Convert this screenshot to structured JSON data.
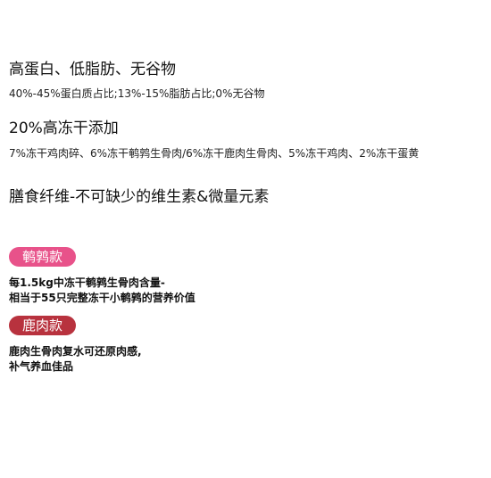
{
  "features": [
    {
      "title": "高蛋白、低脂肪、无谷物",
      "detail": "40%-45%蛋白质占比;13%-15%脂肪占比;0%无谷物"
    },
    {
      "title": "20%高冻干添加",
      "detail": "7%冻干鸡肉碎、6%冻干鹌鹑生骨肉/6%冻干鹿肉生骨肉、5%冻干鸡肉、2%冻干蛋黄"
    },
    {
      "title": "膳食纤维-不可缺少的维生素&微量元素"
    }
  ],
  "variants": [
    {
      "badge": "鹌鹑款",
      "color": "#e8528a",
      "lines": [
        "每1.5kg中冻干鹌鹑生骨肉含量-",
        "相当于55只完整冻干小鹌鹑的营养价值"
      ]
    },
    {
      "badge": "鹿肉款",
      "color": "#b8323e",
      "lines": [
        "鹿肉生骨肉复水可还原肉感,",
        "补气养血佳品"
      ]
    }
  ]
}
